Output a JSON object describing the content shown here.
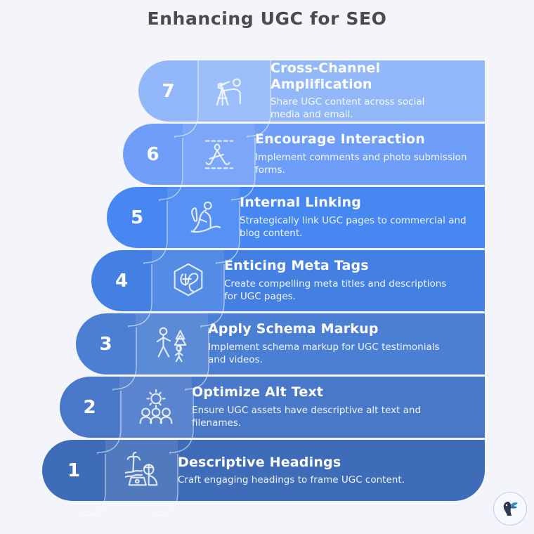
{
  "title": "Enhancing UGC for SEO",
  "background_color": "#f3f5fb",
  "title_color": "#4a4a52",
  "logo": {
    "name": "butterfly-silhouette-logo",
    "silhouette_color": "#2b3a52",
    "butterfly_color": "#2a8fd6"
  },
  "steps": [
    {
      "number": "7",
      "title": "Cross-Channel Amplification",
      "description": "Share UGC content across social media and email.",
      "icon": "telescope-observer-icon",
      "color": "#93b8fa"
    },
    {
      "number": "6",
      "title": "Encourage Interaction",
      "description": "Implement comments and photo submission forms.",
      "icon": "skis-icon",
      "color": "#6f9ef8"
    },
    {
      "number": "5",
      "title": "Internal Linking",
      "description": "Strategically link UGC pages to commercial and blog content.",
      "icon": "hiker-icon",
      "color": "#4787f2"
    },
    {
      "number": "4",
      "title": "Enticing Meta Tags",
      "description": "Create compelling meta titles and descriptions for UGC pages.",
      "icon": "hexagon-badge-icon",
      "color": "#4480e2"
    },
    {
      "number": "3",
      "title": "Apply Schema Markup",
      "description": "Implement schema markup for UGC testimonials and videos.",
      "icon": "family-walking-trees-icon",
      "color": "#4b7fd4"
    },
    {
      "number": "2",
      "title": "Optimize Alt Text",
      "description": "Ensure UGC assets have descriptive alt text and filenames.",
      "icon": "sun-over-crowd-icon",
      "color": "#4a78c9"
    },
    {
      "number": "1",
      "title": "Descriptive Headings",
      "description": "Craft engaging headings to frame UGC content.",
      "icon": "beach-palm-laptop-icon",
      "color": "#3f6cb8"
    }
  ]
}
